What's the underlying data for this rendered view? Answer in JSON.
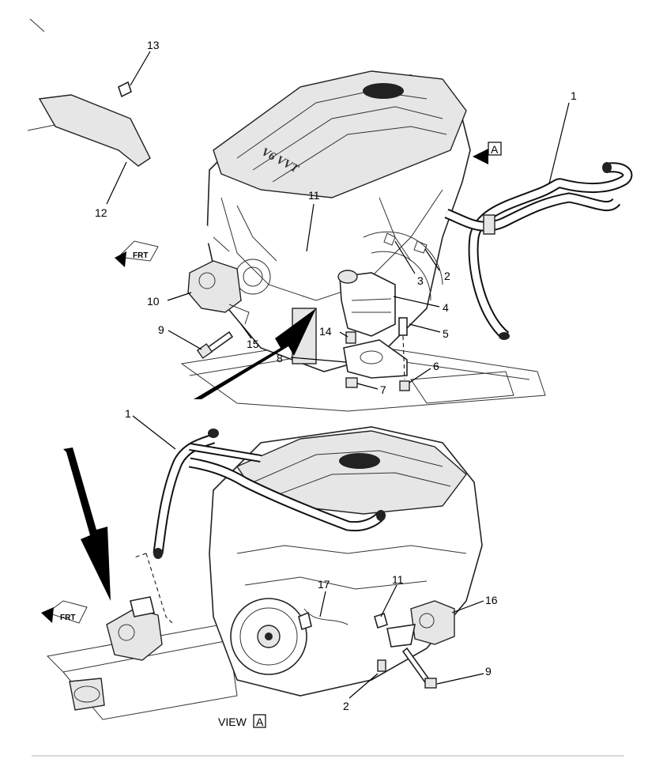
{
  "callouts": {
    "c1_top": "1",
    "c2_top": "2",
    "c3": "3",
    "c4": "4",
    "c5": "5",
    "c6": "6",
    "c7": "7",
    "c8": "8",
    "c9_top": "9",
    "c10": "10",
    "c11_top": "11",
    "c12": "12",
    "c13": "13",
    "c14": "14",
    "c15": "15",
    "c1_bottom": "1",
    "c2_bottom": "2",
    "c9_bottom": "9",
    "c11_bottom": "11",
    "c16": "16",
    "c17": "17"
  },
  "view_label": {
    "text": "VIEW",
    "letter": "A"
  },
  "view_marker_letter": "A",
  "front_marker_text": "FRT",
  "engine_logo_text": "V6 VVT"
}
